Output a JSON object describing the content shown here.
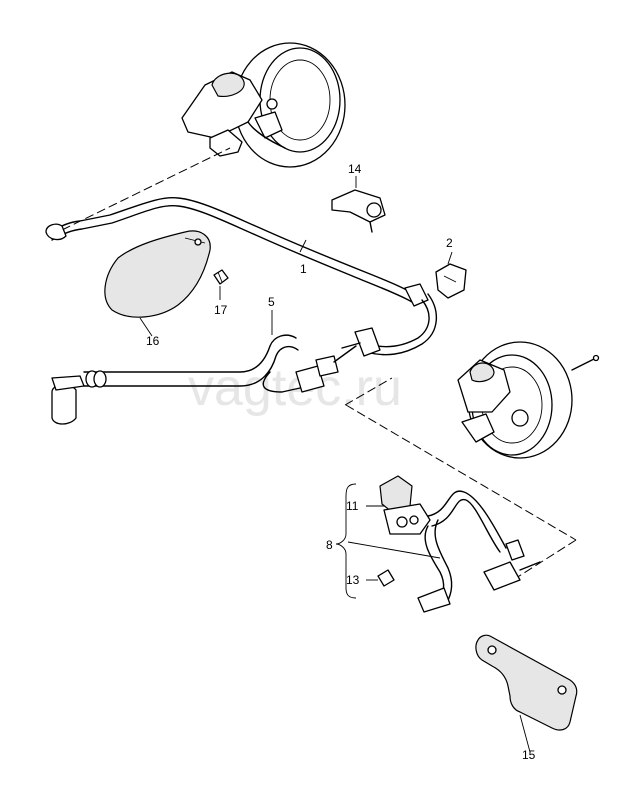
{
  "watermark": "vagtec.ru",
  "callouts": {
    "c1": "1",
    "c2": "2",
    "c5": "5",
    "c8": "8",
    "c11": "11",
    "c13": "13",
    "c14": "14",
    "c15": "15",
    "c16": "16",
    "c17": "17"
  }
}
